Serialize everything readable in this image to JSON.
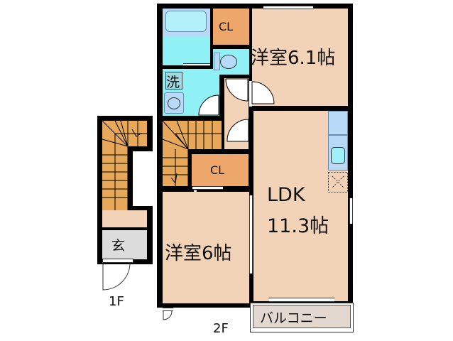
{
  "floors": {
    "first": {
      "label": "1F"
    },
    "second": {
      "label": "2F"
    }
  },
  "rooms": {
    "western_room_1": {
      "name": "洋室6.1帖",
      "type": "bedroom",
      "area_jo": 6.1
    },
    "western_room_2": {
      "name": "洋室6帖",
      "type": "bedroom",
      "area_jo": 6
    },
    "ldk": {
      "name": "LDK",
      "area_label": "11.3帖",
      "area_jo": 11.3
    },
    "closet_top": {
      "name": "CL"
    },
    "closet_middle": {
      "name": "CL"
    },
    "washroom": {
      "name": "洗"
    },
    "entrance": {
      "name": "玄"
    },
    "balcony": {
      "name": "バルコニー"
    }
  },
  "colors": {
    "room": "#f2d3b8",
    "closet": "#eda76b",
    "stairs": "#e7a85a",
    "wet_area": "#8ff0f6",
    "fixture": "#b8daf8",
    "entrance": "#dcdcdc",
    "balcony": "#e2d8d0",
    "wall": "#000000"
  }
}
